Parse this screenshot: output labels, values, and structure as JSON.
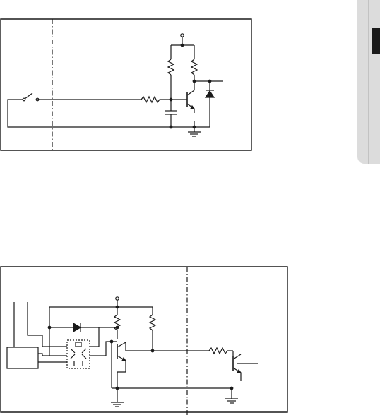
{
  "colors": {
    "ink": "#1a1a1a",
    "tab_background": "#dcdcdc",
    "tab_marker": "#1a1a1a"
  },
  "side_tab": {
    "icon": "section-tab"
  },
  "diagram_top": {
    "components": [
      "switch",
      "resistor",
      "resistor",
      "resistor",
      "capacitor",
      "transistor-npn",
      "diode",
      "ground",
      "supply-terminal"
    ]
  },
  "diagram_bottom": {
    "components": [
      "device-block",
      "photocoupler",
      "diode",
      "resistor",
      "resistor",
      "resistor",
      "transistor-npn",
      "transistor-npn",
      "ground",
      "ground",
      "supply-terminal"
    ]
  }
}
